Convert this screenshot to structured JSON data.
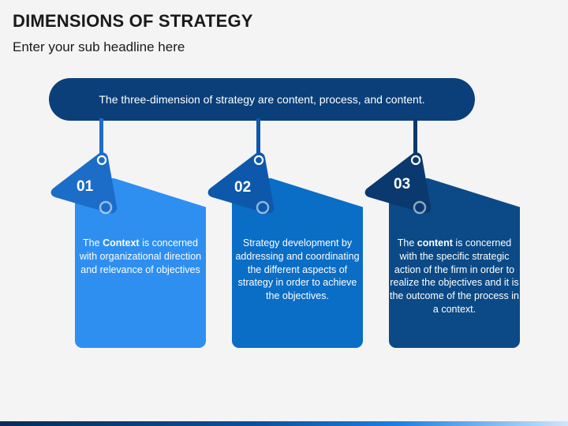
{
  "header": {
    "title": "DIMENSIONS OF STRATEGY",
    "subtitle": "Enter your sub headline here"
  },
  "banner": {
    "text": "The three-dimension of strategy are content, process, and content."
  },
  "colors": {
    "banner": "#0b3f7a",
    "card1": "#2e8ff0",
    "card2": "#0a6dc6",
    "card3": "#0b4a86",
    "tag1": "#1c6dc8",
    "tag2": "#0d58ab",
    "tag3": "#09396e"
  },
  "cards": [
    {
      "number": "01",
      "text_before": "The ",
      "bold": "Context",
      "text_after": " is concerned with organizational direction and relevance of objectives"
    },
    {
      "number": "02",
      "text_before": "Strategy development by addressing and coordinating the different aspects of strategy in order to achieve the objectives.",
      "bold": "",
      "text_after": ""
    },
    {
      "number": "03",
      "text_before": "The ",
      "bold": "content",
      "text_after": " is concerned with the specific strategic action of the firm in order to realize the objectives and it is the outcome of the process in a context."
    }
  ]
}
